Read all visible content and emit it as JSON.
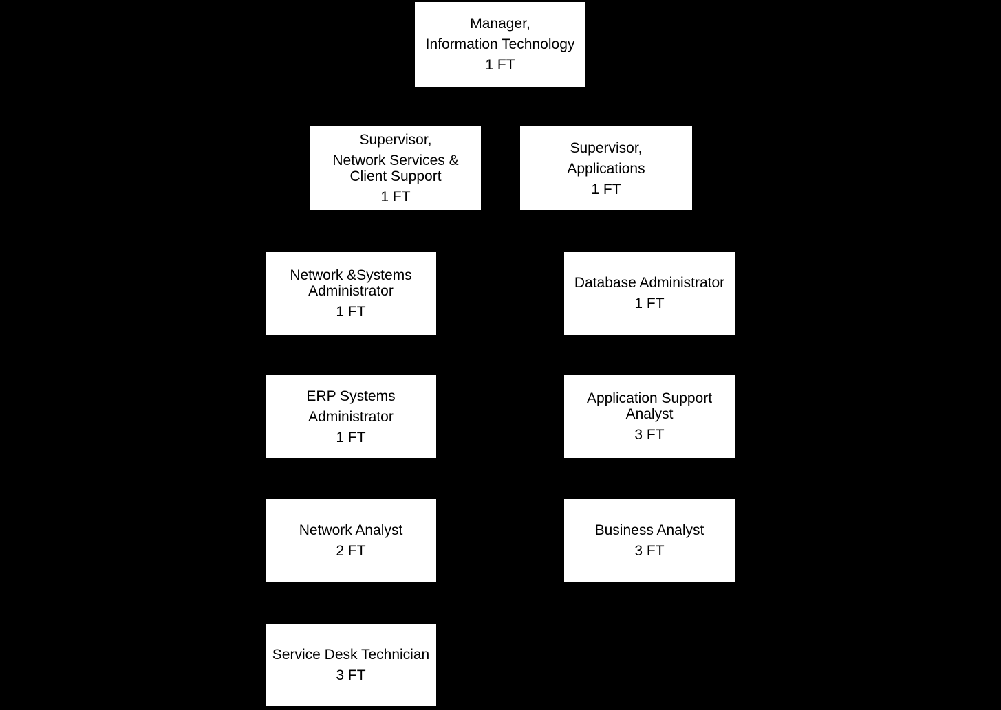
{
  "org_chart": {
    "type": "org-chart",
    "colors": {
      "background": "#000000",
      "node_fill": "#ffffff",
      "node_border": "#000000",
      "node_text": "#000000"
    },
    "nodes": [
      {
        "id": "manager",
        "title_lines": [
          "Manager,",
          "Information Technology"
        ],
        "fte": "1 FT",
        "level": 1
      },
      {
        "id": "supervisor-network-services",
        "title_lines": [
          "Supervisor,",
          "Network Services &\nClient Support"
        ],
        "fte": "1 FT",
        "level": 2
      },
      {
        "id": "supervisor-applications",
        "title_lines": [
          "Supervisor,",
          "Applications"
        ],
        "fte": "1 FT",
        "level": 2
      },
      {
        "id": "network-systems-administrator",
        "title_lines": [
          "Network &Systems\nAdministrator"
        ],
        "fte": "1 FT",
        "level": 3
      },
      {
        "id": "database-administrator",
        "title_lines": [
          "Database Administrator"
        ],
        "fte": "1 FT",
        "level": 3
      },
      {
        "id": "erp-systems-administrator",
        "title_lines": [
          "ERP Systems",
          "Administrator"
        ],
        "fte": "1 FT",
        "level": 4
      },
      {
        "id": "application-support-analyst",
        "title_lines": [
          "Application Support\nAnalyst"
        ],
        "fte": "3 FT",
        "level": 4
      },
      {
        "id": "network-analyst",
        "title_lines": [
          "Network Analyst"
        ],
        "fte": "2 FT",
        "level": 5
      },
      {
        "id": "business-analyst",
        "title_lines": [
          "Business Analyst"
        ],
        "fte": "3 FT",
        "level": 5
      },
      {
        "id": "service-desk-technician",
        "title_lines": [
          "Service Desk Technician"
        ],
        "fte": "3 FT",
        "level": 6
      }
    ]
  }
}
